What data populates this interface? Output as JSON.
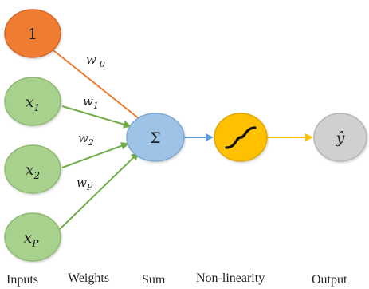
{
  "nodes": {
    "bias": {
      "label": "1",
      "color": "#ee7d31"
    },
    "input_1": {
      "var": "x",
      "sub": "1",
      "color": "#a9d18e"
    },
    "input_2": {
      "var": "x",
      "sub": "2",
      "color": "#a9d18e"
    },
    "input_p": {
      "var": "x",
      "sub": "P",
      "color": "#a9d18e"
    },
    "sum": {
      "symbol": "Σ",
      "color": "#9dc3e6"
    },
    "activation": {
      "color": "#ffc000",
      "icon": "sigmoid-curve-icon"
    },
    "output": {
      "symbol": "ŷ",
      "color": "#d0d0d0"
    }
  },
  "weights": {
    "w0": {
      "var": "w",
      "sub": "0"
    },
    "w1": {
      "var": "w",
      "sub": "1"
    },
    "w2": {
      "var": "w",
      "sub": "2"
    },
    "wp": {
      "var": "w",
      "sub": "P"
    }
  },
  "edge_colors": {
    "bias": "#ed7d31",
    "inputs": "#70ad47",
    "sum_to_activation": "#5b9bd5",
    "activation_to_output": "#ffc000"
  },
  "bottom_labels": {
    "inputs": "Inputs",
    "weights": "Weights",
    "sum": "Sum",
    "nonlinearity": "Non-linearity",
    "output": "Output"
  }
}
